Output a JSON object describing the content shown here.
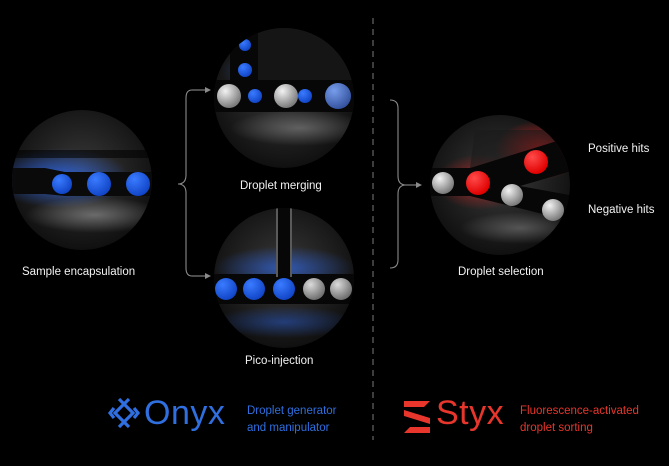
{
  "stages": {
    "sample_encapsulation": "Sample encapsulation",
    "droplet_merging": "Droplet merging",
    "pico_injection": "Pico-injection",
    "droplet_selection": "Droplet selection",
    "positive_hits": "Positive hits",
    "negative_hits": "Negative hits"
  },
  "brands": {
    "onyx": {
      "name": "Onyx",
      "line1": "Droplet generator",
      "line2": "and manipulator",
      "color": "#2f6fe0"
    },
    "styx": {
      "name": "Styx",
      "line1": "Fluorescence-activated",
      "line2": "droplet sorting",
      "color": "#e8362d"
    }
  },
  "colors": {
    "blue": "#2160e8",
    "red": "#ff1a1a",
    "bg": "#000000"
  }
}
